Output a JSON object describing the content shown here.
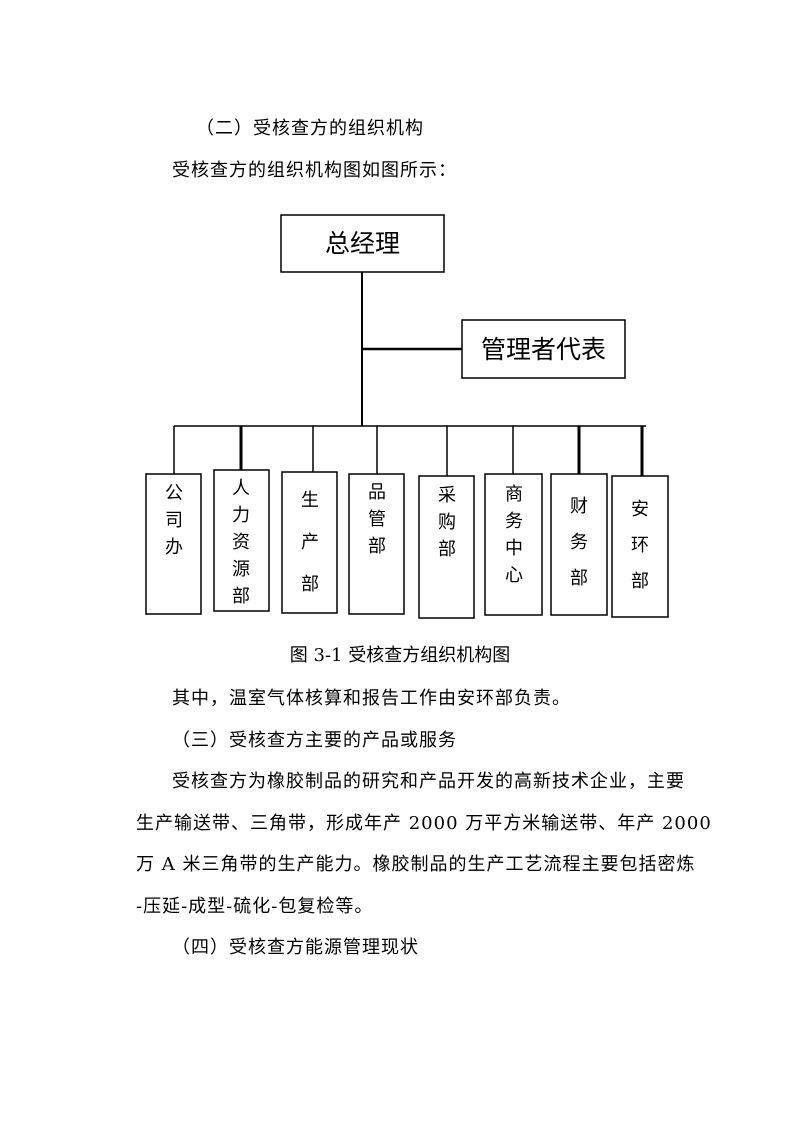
{
  "headings": {
    "section2": "（二）受核查方的组织机构",
    "section3": "（三）受核查方主要的产品或服务",
    "section4": "（四）受核查方能源管理现状"
  },
  "paragraphs": {
    "org_intro": "受核查方的组织机构图如图所示：",
    "org_note": "其中，温室气体核算和报告工作由安环部负责。",
    "products_l1": "受核查方为橡胶制品的研究和产品开发的高新技术企业，主要",
    "products_l2": "生产输送带、三角带，形成年产 2000 万平方米输送带、年产 2000",
    "products_l3": "万 A 米三角带的生产能力。橡胶制品的生产工艺流程主要包括密炼",
    "products_l4": "-压延-成型-硫化-包复检等。"
  },
  "org_chart": {
    "top": "总经理",
    "rep": "管理者代表",
    "departments": [
      {
        "label": "公\n司\n办"
      },
      {
        "label": "人\n力\n资\n源\n部"
      },
      {
        "label": "生\n产\n部"
      },
      {
        "label": "品\n管\n部"
      },
      {
        "label": "采\n购\n部"
      },
      {
        "label": "商\n务\n中\n心"
      },
      {
        "label": "财\n务\n部"
      },
      {
        "label": "安\n环\n部"
      }
    ],
    "caption": "图 3-1 受核查方组织机构图"
  }
}
